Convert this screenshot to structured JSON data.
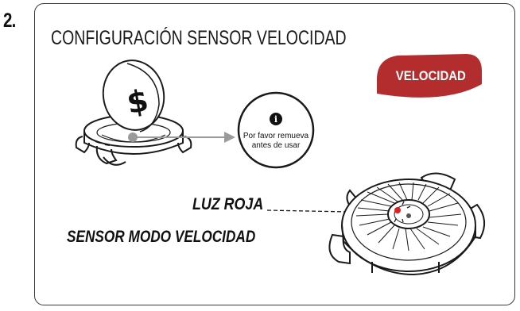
{
  "step": {
    "number": "2."
  },
  "title": "CONFIGURACIÓN SENSOR VELOCIDAD",
  "badge": {
    "text": "VELOCIDAD",
    "color": "#b32d2e"
  },
  "note": {
    "line1": "Por favor remueva",
    "line2": "antes de usar",
    "icon": "info-icon"
  },
  "callouts": {
    "red_light": "LUZ ROJA",
    "mode": "SENSOR MODO VELOCIDAD"
  },
  "colors": {
    "accent_red": "#b32d2e",
    "indicator_red": "#e02020",
    "arrow_gray": "#9a9a9a",
    "line": "#1a1a1a"
  }
}
